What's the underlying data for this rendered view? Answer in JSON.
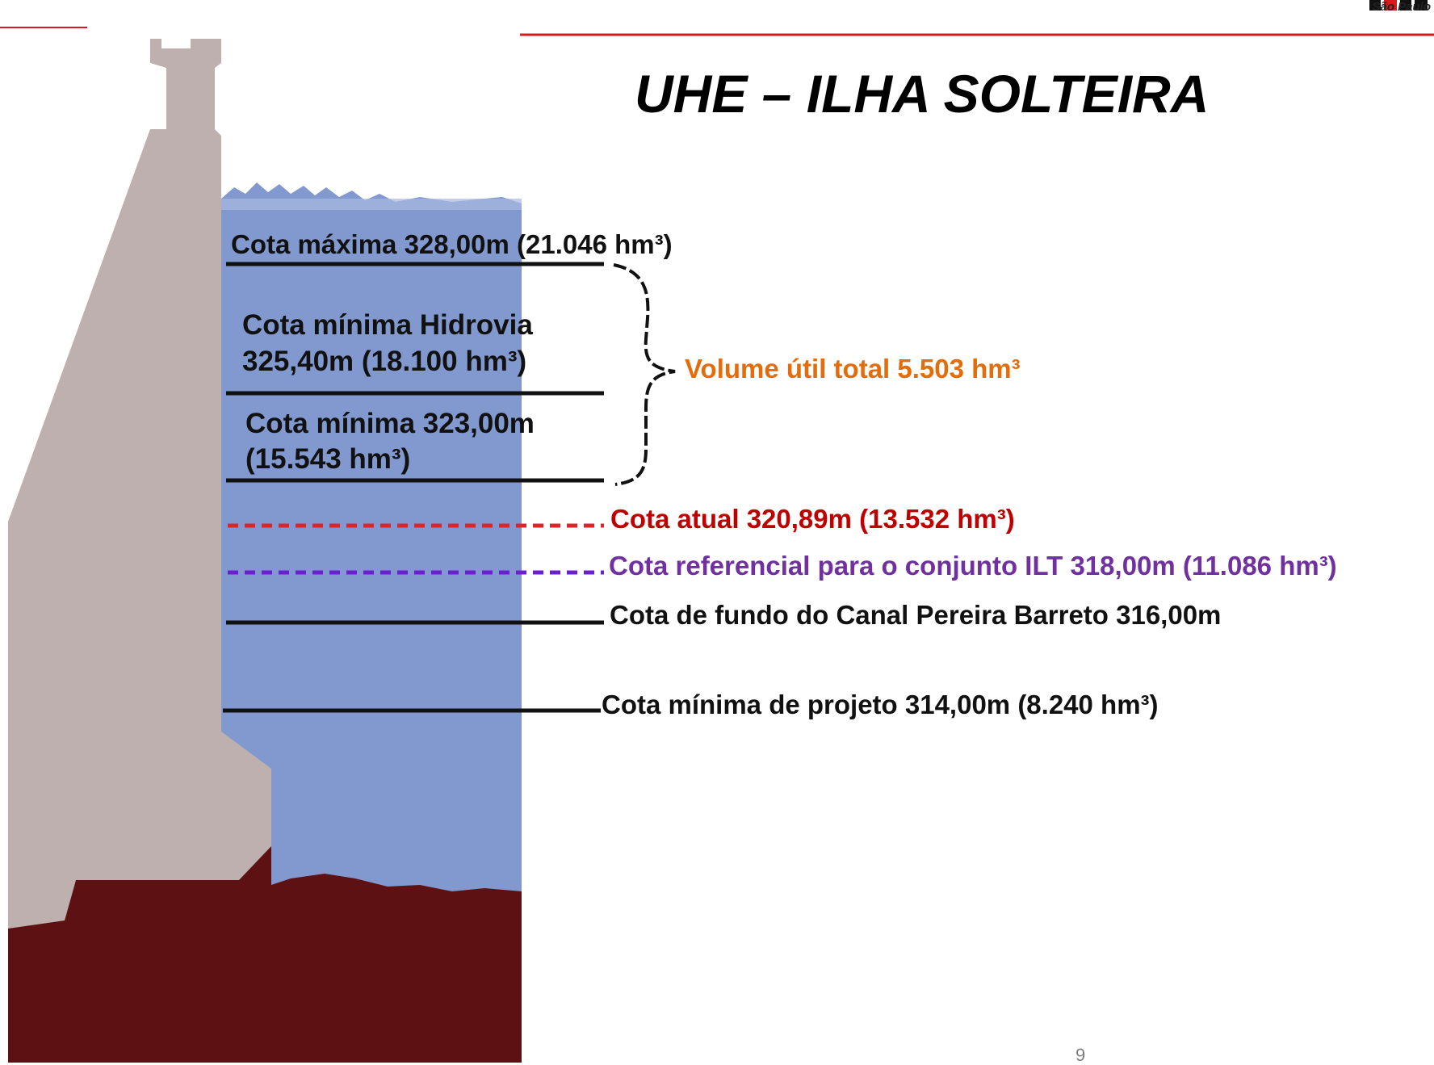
{
  "slide": {
    "title": "UHE – ILHA SOLTEIRA",
    "page_number": "9",
    "brand_caption": "São Paulo",
    "accent_color": "#d31c1c",
    "water_color": "#8199cf",
    "dam_color": "#bdb0af",
    "riverbed_color": "#5e1112"
  },
  "levels": {
    "max": {
      "label": "Cota máxima 328,00m  (21.046 hm³)",
      "color": "#111111"
    },
    "hidrovia": {
      "line1": "Cota mínima Hidrovia",
      "line2": "325,40m  (18.100 hm³)",
      "color": "#111111"
    },
    "minimum": {
      "line1": "Cota mínima 323,00m",
      "line2": "(15.543 hm³)",
      "color": "#111111"
    },
    "useful_volume": {
      "label": "Volume útil total 5.503 hm³",
      "color": "#e46c0a"
    },
    "current": {
      "label": "Cota atual 320,89m (13.532 hm³)",
      "color": "#c00000"
    },
    "reference": {
      "label": "Cota referencial para o conjunto ILT 318,00m (11.086 hm³)",
      "color": "#7030a0"
    },
    "canal_bottom": {
      "label": "Cota de fundo do Canal Pereira Barreto 316,00m",
      "color": "#111111"
    },
    "project_min": {
      "label": "Cota mínima de projeto 314,00m (8.240 hm³)",
      "color": "#111111"
    }
  }
}
